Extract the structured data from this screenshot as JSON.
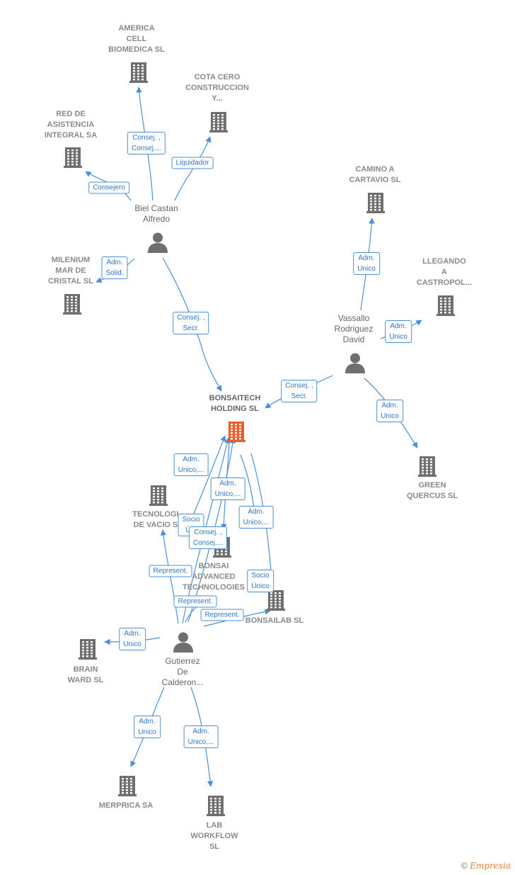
{
  "nodes": [
    {
      "id": "america",
      "type": "company",
      "lines": [
        "AMERICA",
        "CELL",
        "BIOMEDICA SL"
      ]
    },
    {
      "id": "cota",
      "type": "company",
      "lines": [
        "COTA CERO",
        "CONSTRUCCION",
        "Y..."
      ]
    },
    {
      "id": "redasis",
      "type": "company",
      "lines": [
        "RED DE",
        "ASISTENCIA",
        "INTEGRAL SA"
      ]
    },
    {
      "id": "milenium",
      "type": "company",
      "lines": [
        "MILENIUM",
        "MAR DE",
        "CRISTAL  SL"
      ]
    },
    {
      "id": "biel",
      "type": "person",
      "lines": [
        "Biel Castan",
        "Alfredo"
      ]
    },
    {
      "id": "camino",
      "type": "company",
      "lines": [
        "CAMINO A",
        "CARTAVIO  SL"
      ]
    },
    {
      "id": "llegando",
      "type": "company",
      "lines": [
        "LLEGANDO",
        "A",
        "CASTROPOL..."
      ]
    },
    {
      "id": "vassallo",
      "type": "person",
      "lines": [
        "Vassallo",
        "Rodriguez",
        "David"
      ]
    },
    {
      "id": "bonsaitech",
      "type": "focus",
      "lines": [
        "BONSAITECH",
        "HOLDING  SL"
      ]
    },
    {
      "id": "green",
      "type": "company",
      "lines": [
        "GREEN",
        "QUERCUS  SL"
      ]
    },
    {
      "id": "tecno",
      "type": "company",
      "lines": [
        "TECNOLOGI",
        "DE VACIO S"
      ]
    },
    {
      "id": "bonsaiadv",
      "type": "company",
      "lines": [
        "BONSAI",
        "ADVANCED",
        "TECHNOLOGIES"
      ]
    },
    {
      "id": "bonsailab",
      "type": "company",
      "lines": [
        "BONSAILAB  SL"
      ]
    },
    {
      "id": "gutierrez",
      "type": "person",
      "lines": [
        "Gutierrez",
        "De",
        "Calderon..."
      ]
    },
    {
      "id": "brain",
      "type": "company",
      "lines": [
        "BRAIN",
        "WARD  SL"
      ]
    },
    {
      "id": "merprica",
      "type": "company",
      "lines": [
        "MERPRICA SA"
      ]
    },
    {
      "id": "labwork",
      "type": "company",
      "lines": [
        "LAB",
        "WORKFLOW",
        "SL"
      ]
    }
  ],
  "edges": [
    {
      "from": "biel",
      "to": "america",
      "label": [
        "Consej. ,",
        "Consej...."
      ]
    },
    {
      "from": "biel",
      "to": "cota",
      "label": [
        "Liquidador"
      ]
    },
    {
      "from": "biel",
      "to": "redasis",
      "label": [
        "Consejero"
      ]
    },
    {
      "from": "biel",
      "to": "milenium",
      "label": [
        "Adm.",
        "Solid."
      ]
    },
    {
      "from": "biel",
      "to": "bonsaitech",
      "label": [
        "Consej. ,",
        "Secr."
      ]
    },
    {
      "from": "vassallo",
      "to": "camino",
      "label": [
        "Adm.",
        "Unico"
      ]
    },
    {
      "from": "vassallo",
      "to": "llegando",
      "label": [
        "Adm.",
        "Unico"
      ]
    },
    {
      "from": "vassallo",
      "to": "bonsaitech",
      "label": [
        "Consej. ,",
        "Secr."
      ]
    },
    {
      "from": "vassallo",
      "to": "green",
      "label": [
        "Adm.",
        "Unico"
      ]
    },
    {
      "from": "bonsaiadv",
      "to": "bonsaitech",
      "label": [
        "Adm.",
        "Unico,..."
      ]
    },
    {
      "from": "bonsaitech",
      "to": "bonsaiadv",
      "label": [
        "Adm.",
        "Unico,..."
      ]
    },
    {
      "from": "bonsaitech",
      "to": "bonsailab",
      "label": [
        "Adm.",
        "Unico,..."
      ]
    },
    {
      "from": "bonsaitech",
      "to": "bonsailab",
      "label": [
        "Socio",
        "Único"
      ]
    },
    {
      "from": "gutierrez",
      "to": "bonsaitech",
      "label": [
        "Socio",
        "Ú..."
      ]
    },
    {
      "from": "gutierrez",
      "to": "bonsaitech",
      "label": [
        "Consej. ,",
        "Consej...."
      ]
    },
    {
      "from": "gutierrez",
      "to": "tecno",
      "label": [
        "Represent."
      ]
    },
    {
      "from": "gutierrez",
      "to": "bonsaiadv",
      "label": [
        "Represent."
      ]
    },
    {
      "from": "gutierrez",
      "to": "bonsailab",
      "label": [
        "Represent."
      ]
    },
    {
      "from": "gutierrez",
      "to": "brain",
      "label": [
        "Adm.",
        "Unico"
      ]
    },
    {
      "from": "gutierrez",
      "to": "merprica",
      "label": [
        "Adm.",
        "Unico"
      ]
    },
    {
      "from": "gutierrez",
      "to": "labwork",
      "label": [
        "Adm.",
        "Unico,..."
      ]
    }
  ],
  "footer": {
    "copyright": "©",
    "brand": "Empresia"
  },
  "colors": {
    "edge": "#4a90d9",
    "company": "#6f6f6f",
    "focus": "#f15a24",
    "person": "#6f6f6f"
  }
}
